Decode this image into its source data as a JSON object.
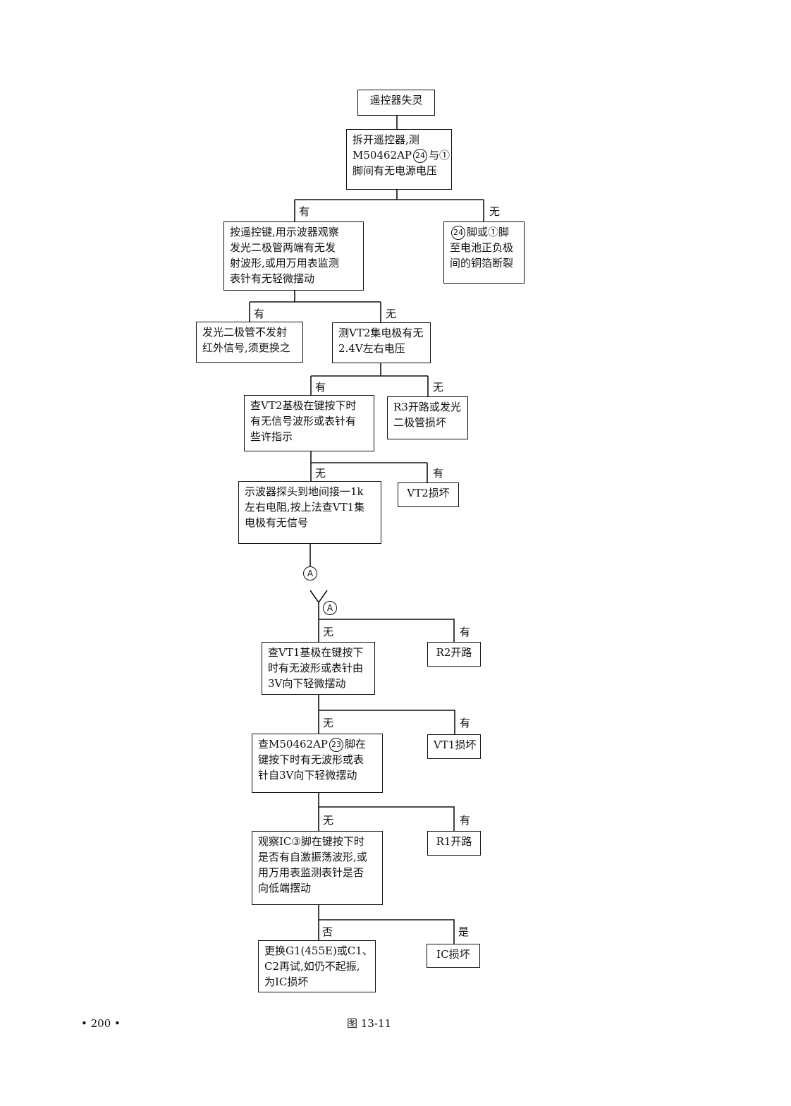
{
  "boxes": {
    "start": {
      "lines": [
        "遥控器失灵"
      ]
    },
    "q1": {
      "line1": "拆开遥控器,测",
      "line2_pre": "M50462AP",
      "line2_circle": "24",
      "line2_post": "与①",
      "line3": "脚间有无电源电压"
    },
    "q1_no": {
      "line1_circle": "24",
      "line1_post": "脚或①脚",
      "line2": "至电池正负极",
      "line3": "间的铜箔断裂"
    },
    "q2": {
      "lines": [
        "按遥控键,用示波器观察",
        "发光二极管两端有无发",
        "射波形,或用万用表监测",
        "表针有无轻微摆动"
      ]
    },
    "q2_yes": {
      "lines": [
        "发光二极管不发射",
        "红外信号,须更换之"
      ]
    },
    "q3": {
      "lines": [
        "测VT2集电极有无",
        "2.4V左右电压"
      ]
    },
    "q3_no": {
      "lines": [
        "R3开路或发光",
        "二极管损坏"
      ]
    },
    "q4": {
      "lines": [
        "查VT2基极在键按下时",
        "有无信号波形或表针有",
        "些许指示"
      ]
    },
    "q4_yes": {
      "lines": [
        "VT2损坏"
      ]
    },
    "q5": {
      "lines": [
        "示波器探头到地间接一1k",
        "左右电阻,按上法查VT1集",
        "电极有无信号"
      ]
    },
    "q6": {
      "lines": [
        "查VT1基极在键按下",
        "时有无波形或表针由",
        "3V向下轻微摆动"
      ]
    },
    "q6_yes": {
      "lines": [
        "R2开路"
      ]
    },
    "q7": {
      "line1_pre": "查M50462AP",
      "line1_circle": "23",
      "line1_post": "脚在",
      "line2": "键按下时有无波形或表",
      "line3": "针自3V向下轻微摆动"
    },
    "q7_yes": {
      "lines": [
        "VT1损坏"
      ]
    },
    "q8": {
      "lines": [
        "观察IC③脚在键按下时",
        "是否有自激振荡波形,或",
        "用万用表监测表针是否",
        "向低端摆动"
      ]
    },
    "q8_yes": {
      "lines": [
        "R1开路"
      ]
    },
    "q9_no": {
      "lines": [
        "更换G1(455E)或C1、",
        "C2再试,如仍不起振,",
        "为IC损坏"
      ]
    },
    "q9_yes": {
      "lines": [
        "IC损坏"
      ]
    }
  },
  "labels": {
    "l1": "有",
    "l2": "无",
    "l3": "有",
    "l4": "无",
    "l5": "有",
    "l6": "无",
    "l7": "无",
    "l8": "有",
    "l9": "无",
    "l10": "有",
    "l11": "无",
    "l12": "有",
    "l13": "无",
    "l14": "有",
    "l15": "否",
    "l16": "是"
  },
  "connectors": {
    "a1": "A",
    "a2": "A"
  },
  "footer": {
    "page_number": "• 200 •",
    "caption": "图 13-11"
  }
}
